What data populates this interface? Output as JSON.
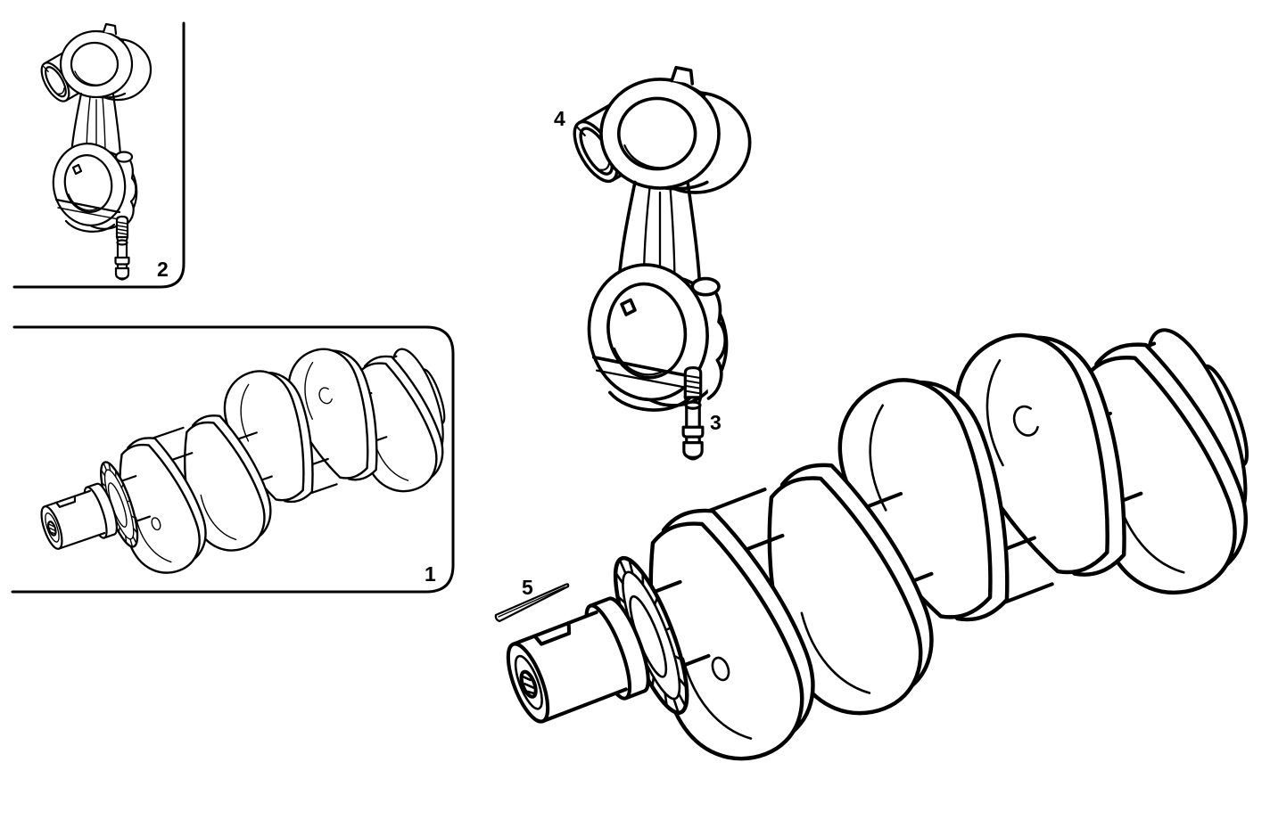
{
  "diagram": {
    "background_color": "#ffffff",
    "ink_color": "#000000",
    "callouts": [
      {
        "number": "1"
      },
      {
        "number": "2"
      },
      {
        "number": "3"
      },
      {
        "number": "4"
      },
      {
        "number": "5"
      }
    ]
  }
}
